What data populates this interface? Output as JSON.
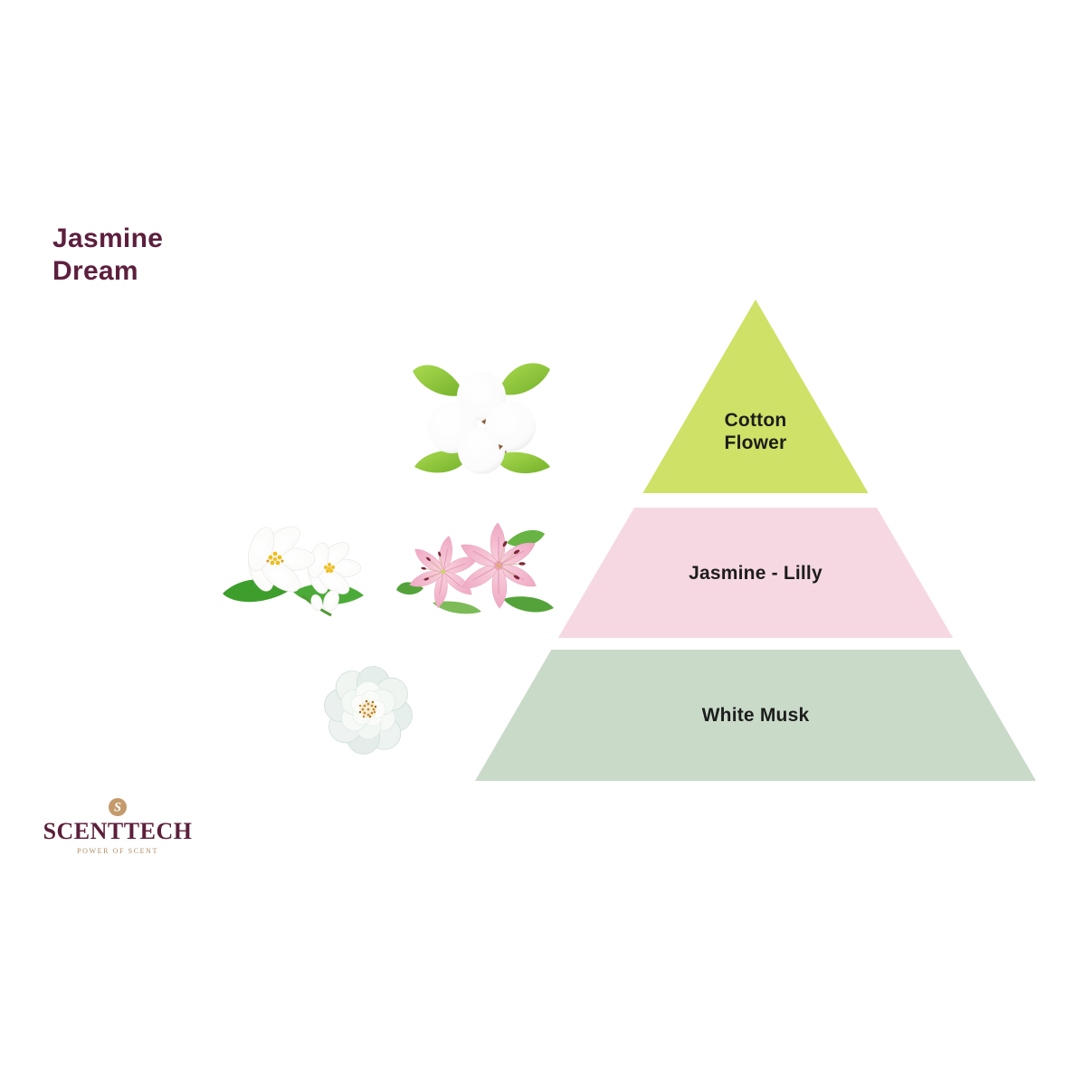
{
  "title": {
    "line1": "Jasmine",
    "line2": "Dream"
  },
  "chart_data": {
    "type": "pyramid",
    "title": "Jasmine Dream",
    "levels": [
      {
        "tier": 1,
        "label": "Cotton Flower",
        "label_lines": [
          "Cotton",
          "Flower"
        ],
        "color": "#cfe166"
      },
      {
        "tier": 2,
        "label": "Jasmine - Lilly",
        "color": "#f6d8e2"
      },
      {
        "tier": 3,
        "label": "White Musk",
        "color": "#c9dac9"
      }
    ]
  },
  "images": {
    "cotton": "cotton-flower-photo",
    "jasmine": "jasmine-flower-photo",
    "lily": "pink-lily-photo",
    "rose": "white-rose-photo"
  },
  "logo": {
    "icon_letter": "S",
    "name": "SCENTTECH",
    "tagline": "POWER OF SCENT",
    "text_color": "#5c1f3b",
    "accent_color": "#c49a6c"
  },
  "colors": {
    "background": "#ffffff",
    "title_text": "#5d1f3e",
    "tier_label_text": "#1d1d1d"
  }
}
